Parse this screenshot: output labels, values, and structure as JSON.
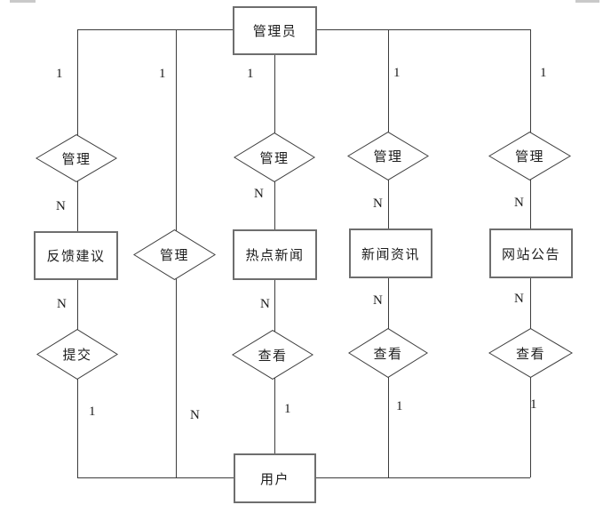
{
  "diagram": {
    "type": "entity-relationship",
    "entities": {
      "admin": "管理员",
      "feedback": "反馈建议",
      "hot_news": "热点新闻",
      "news_info": "新闻资讯",
      "site_notice": "网站公告",
      "user": "用户"
    },
    "relationships": {
      "manage": "管理",
      "submit": "提交",
      "view": "查看"
    },
    "cardinalities": {
      "one": "1",
      "many": "N"
    },
    "edges": [
      {
        "from": "管理员",
        "relation": "管理",
        "to": "反馈建议",
        "from_card": "1",
        "to_card": "N"
      },
      {
        "from": "管理员",
        "relation": "管理",
        "to": "用户",
        "from_card": "1",
        "to_card": "N"
      },
      {
        "from": "管理员",
        "relation": "管理",
        "to": "热点新闻",
        "from_card": "1",
        "to_card": "N"
      },
      {
        "from": "管理员",
        "relation": "管理",
        "to": "新闻资讯",
        "from_card": "1",
        "to_card": "N"
      },
      {
        "from": "管理员",
        "relation": "管理",
        "to": "网站公告",
        "from_card": "1",
        "to_card": "N"
      },
      {
        "from": "用户",
        "relation": "提交",
        "to": "反馈建议",
        "from_card": "1",
        "to_card": "N"
      },
      {
        "from": "用户",
        "relation": "查看",
        "to": "热点新闻",
        "from_card": "1",
        "to_card": "N"
      },
      {
        "from": "用户",
        "relation": "查看",
        "to": "新闻资讯",
        "from_card": "1",
        "to_card": "N"
      },
      {
        "from": "用户",
        "relation": "查看",
        "to": "网站公告",
        "from_card": "1",
        "to_card": "N"
      }
    ],
    "colors": {
      "line": "#3c3c3c",
      "box_border": "#6e6e6e",
      "text": "#1c1c1c",
      "background": "#ffffff"
    }
  }
}
